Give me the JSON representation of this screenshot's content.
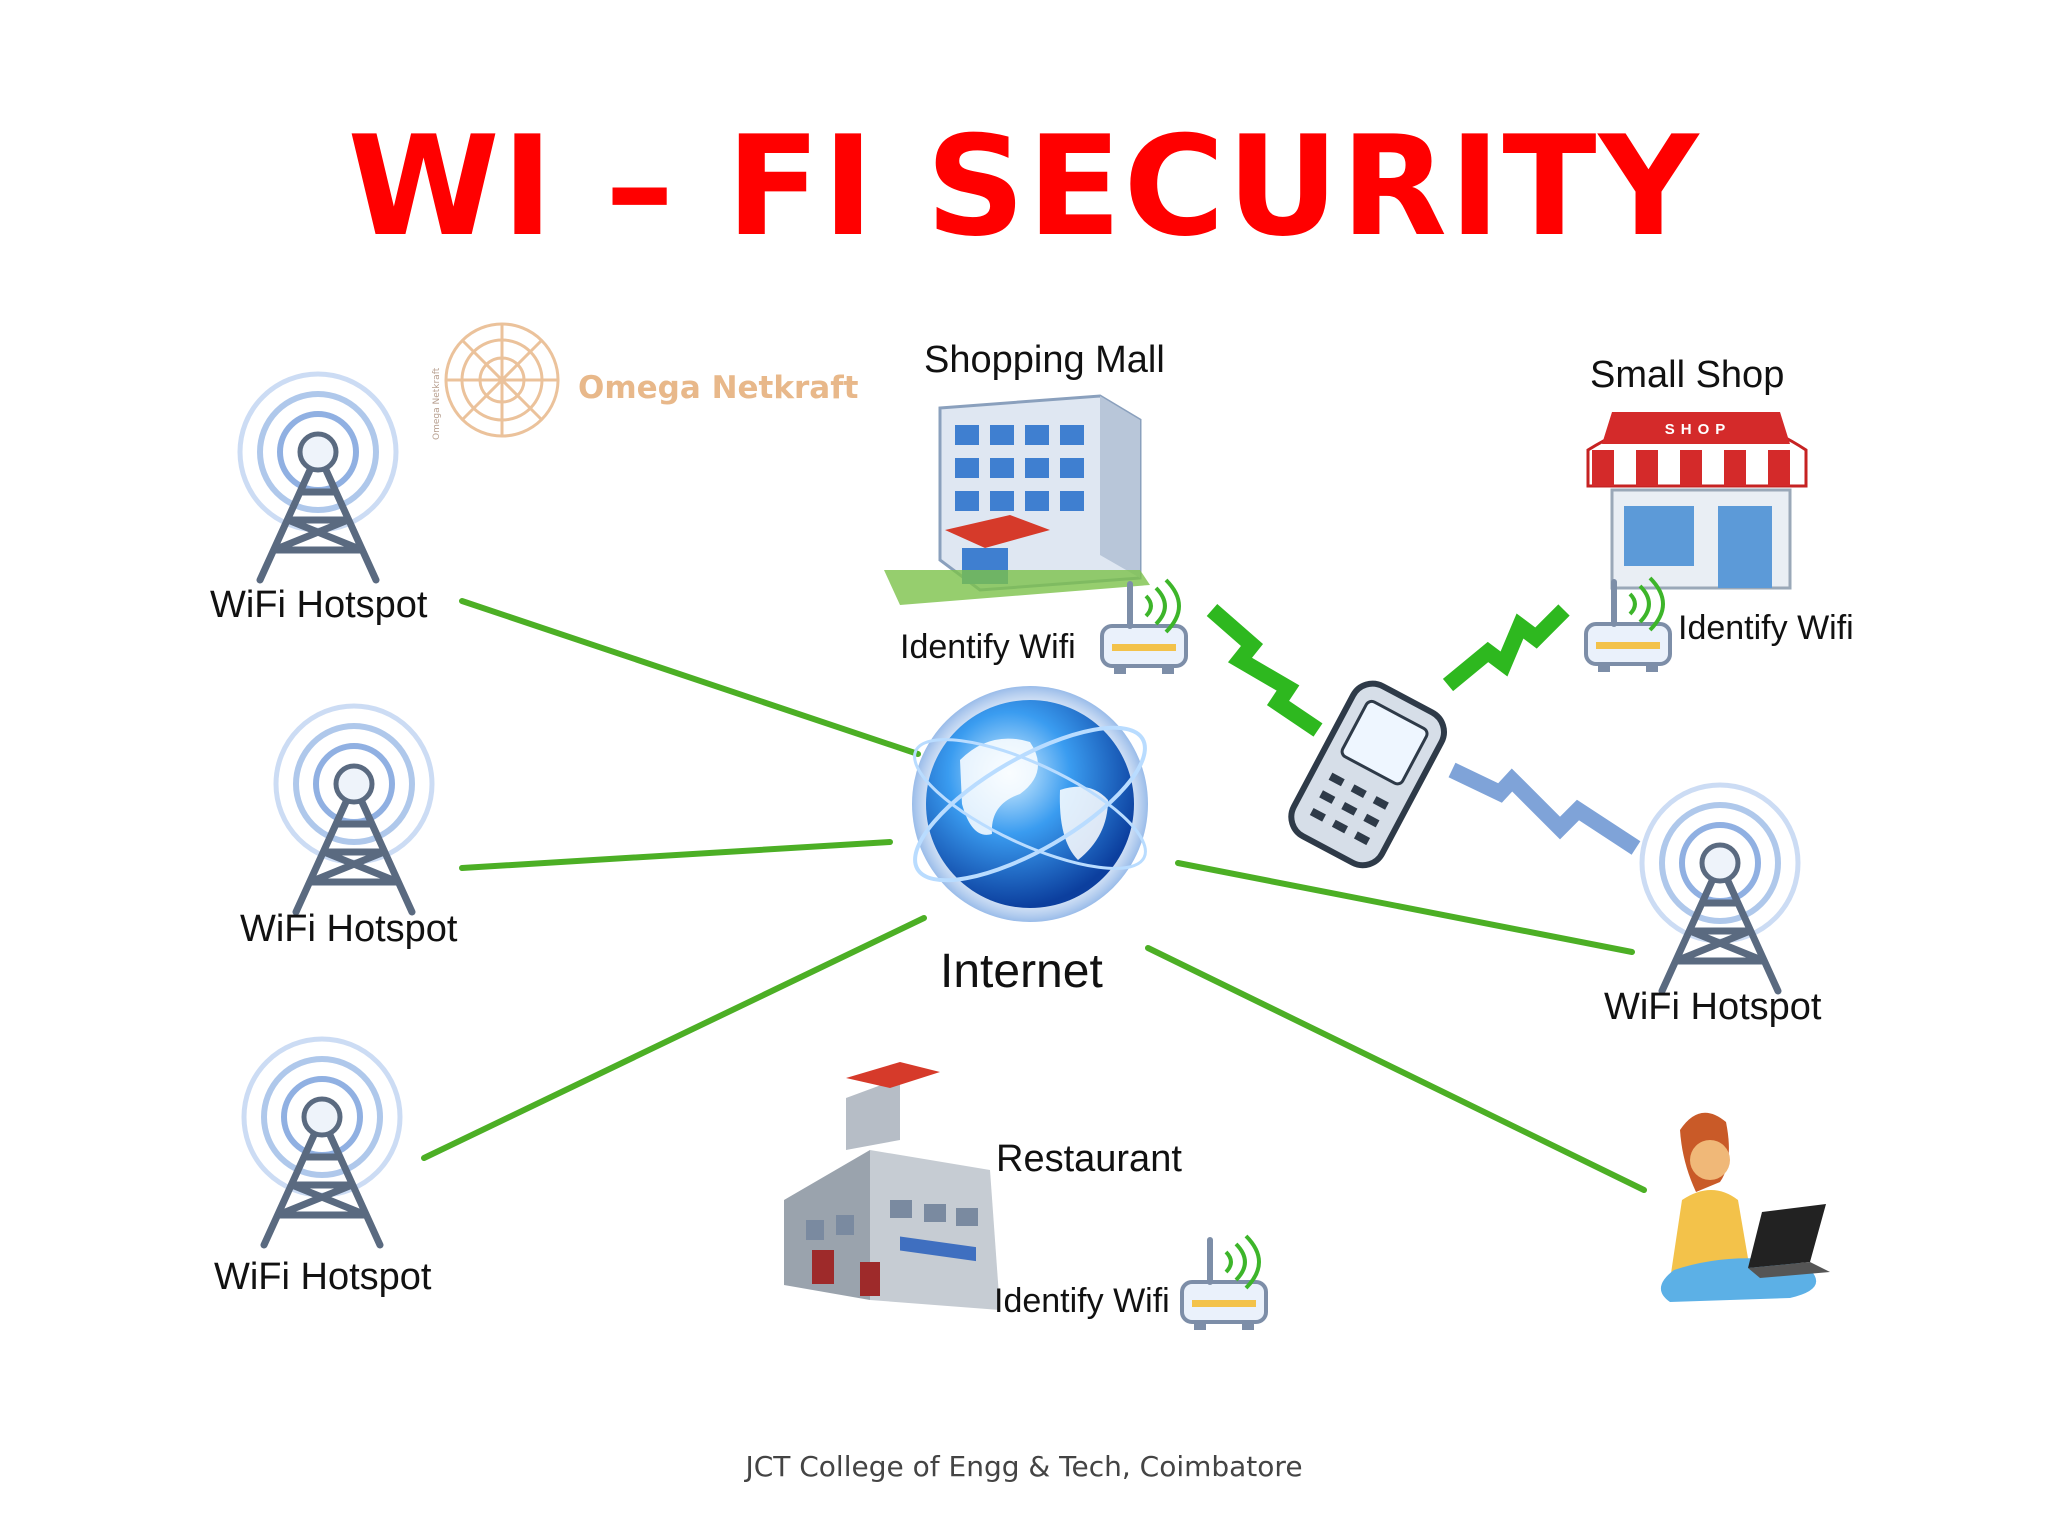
{
  "title": "WI – FI SECURITY",
  "watermark": "Omega Netkraft",
  "watermark_vertical": "Omega Netkraft",
  "nodes": {
    "hotspot_1": "WiFi Hotspot",
    "hotspot_2": "WiFi Hotspot",
    "hotspot_3": "WiFi Hotspot",
    "hotspot_4": "WiFi Hotspot",
    "shopping_mall": "Shopping Mall",
    "small_shop": "Small Shop",
    "restaurant": "Restaurant",
    "internet": "Internet",
    "mall_identify": "Identify Wifi",
    "shop_identify": "Identify Wifi",
    "restaurant_identify": "Identify Wifi",
    "shop_sign": "SHOP"
  },
  "footer": "JCT College of Engg & Tech, Coimbatore",
  "colors": {
    "title": "#ff0000",
    "link_line": "#4caf25",
    "signal_green": "#2eb81f",
    "signal_blue": "#7fa3d8",
    "tower": "#5a6a80",
    "globe": "#1f6fd6"
  }
}
